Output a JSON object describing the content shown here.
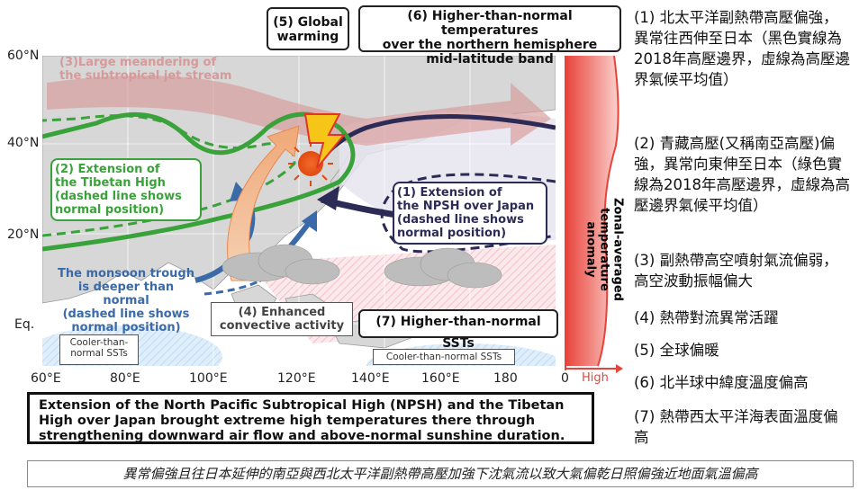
{
  "top_boxes": {
    "global_warming": "(5) Global\nwarming",
    "higher_temps": "(6) Higher-than-normal temperatures\nover the northern hemisphere\nmid-latitude band"
  },
  "axes": {
    "lat_labels": [
      "60°N",
      "40°N",
      "20°N",
      "Eq."
    ],
    "lon_labels": [
      "60°E",
      "80°E",
      "100°E",
      "120°E",
      "140°E",
      "160°E",
      "180",
      "0"
    ],
    "anomaly_axis_label": "Zonal-averaged\ntemperature anomaly",
    "anomaly_high_label": "High"
  },
  "map_labels": {
    "jet_stream": "(3)Large meandering of\nthe subtropical jet stream",
    "tibetan_high": "(2) Extension of\nthe Tibetan High\n(dashed line shows\nnormal position)",
    "npsh": "(1) Extension of\nthe NPSH over Japan\n(dashed line shows\nnormal position)",
    "monsoon": "The monsoon trough\nis deeper than normal\n(dashed line shows\nnormal position)",
    "convective": "(4) Enhanced\nconvective activity",
    "ssts": "(7) Higher-than-normal SSTs",
    "cooler_left": "Cooler-than-\nnormal SSTs",
    "cooler_right": "Cooler-than-normal SSTs"
  },
  "caption": "Extension of the North Pacific Subtropical High (NPSH) and the Tibetan High over Japan brought extreme high temperatures there through strengthening downward air flow and above-normal sunshine duration.",
  "bottom_line": "異常偏強且往日本延伸的南亞與西北太平洋副熱帶高壓加強下沈氣流以致大氣偏乾日照偏強近地面氣溫偏高",
  "side_items": [
    "(1) 北太平洋副熱帶高壓偏強，異常往西伸至日本（黑色實線為2018年高壓邊界，虛線為高壓邊界氣候平均值）",
    "(2) 青藏高壓(又稱南亞高壓)偏強，異常向東伸至日本（綠色實線為2018年高壓邊界，虛線為高壓邊界氣候平均值）",
    "(3) 副熱帶高空噴射氣流偏弱，高空波動振幅偏大",
    "(4) 熱帶對流異常活躍",
    "(5) 全球偏暖",
    "(6) 北半球中緯度溫度偏高",
    "(7) 熱帶西太平洋海表面溫度偏高"
  ],
  "colors": {
    "tibetan_green": "#3aa23a",
    "npsh_navy": "#2b2b55",
    "jet_pink": "#d89a9a",
    "monsoon_blue": "#3a6aa8",
    "anomaly_red": "#e8433a",
    "land_gray": "#d7d7d7"
  }
}
